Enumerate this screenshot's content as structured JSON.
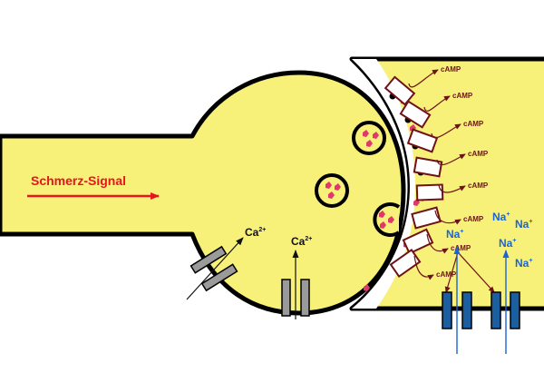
{
  "labels": {
    "signal": "Schmerz-Signal",
    "calcium": "Ca",
    "calcium_charge": "2+",
    "camp": "cAMP",
    "sodium": "Na",
    "sodium_charge": "+"
  },
  "colors": {
    "cell_fill": "#f7f17a",
    "outline": "#000000",
    "signal_red": "#e8141e",
    "vesicle_pink": "#e0386b",
    "camp_dark": "#6e1218",
    "sodium_blue": "#1a64d6",
    "channel_gray": "#9a9a9a",
    "channel_blue": "#1c5fa0"
  },
  "icons": [
    "red-arrow-icon",
    "calcium-channel-icon",
    "sodium-channel-icon",
    "receptor-icon",
    "vesicle-icon"
  ]
}
